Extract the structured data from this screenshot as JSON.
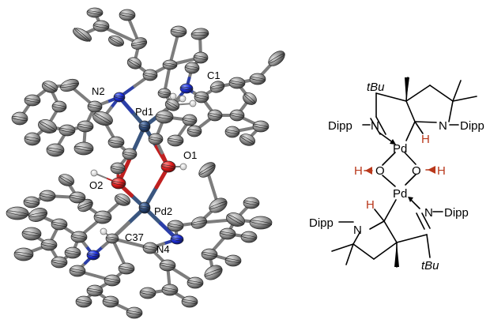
{
  "crystal_labels": {
    "n2": "N2",
    "pd1": "Pd1",
    "c1": "C1",
    "o1": "O1",
    "o2": "O2",
    "pd2": "Pd2",
    "c37": "C37",
    "n4": "N4"
  },
  "scheme_labels": {
    "tbu_top": "tBu",
    "dipp_left": "Dipp",
    "n_left": "N",
    "n_ring_top": "N",
    "dipp_right_top": "Dipp",
    "pd_top": "Pd",
    "h_top": "H",
    "h_o_left": "H",
    "o_left": "O",
    "o_right": "O",
    "h_o_right": "H",
    "pd_bottom": "Pd",
    "h_bottom": "H",
    "n_right_bottom": "N",
    "dipp_right_bottom": "Dipp",
    "dipp_bottom_left": "Dipp",
    "n_ring_bottom": "N",
    "tbu_bottom": "tBu"
  },
  "colors": {
    "carbon": "#8f8f8f",
    "nitrogen": "#1e2fd6",
    "oxygen": "#e01e1e",
    "palladium": "#2d4a78",
    "hydrogen": "#ffffff",
    "highlight": "#b9381b"
  }
}
